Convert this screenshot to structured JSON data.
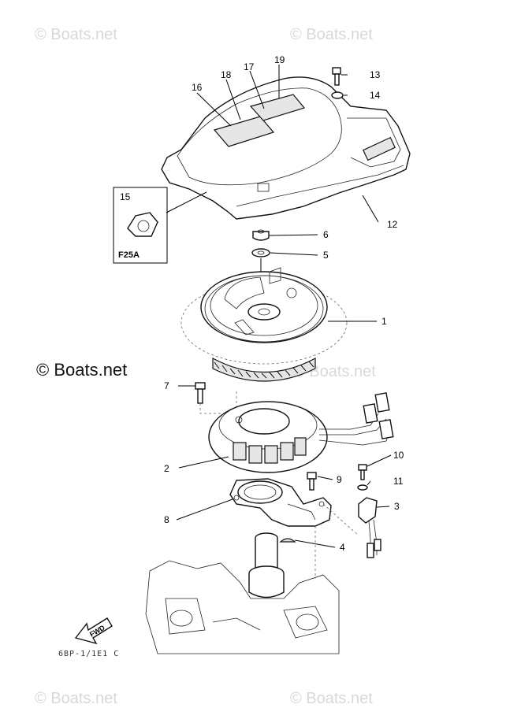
{
  "watermarks": {
    "top_left": "© Boats.net",
    "top_right": "© Boats.net",
    "bottom_left": "© Boats.net",
    "bottom_right": "© Boats.net",
    "mid_right": "© Boats.net"
  },
  "brand_watermark": "© Boats.net",
  "inset_label": "F25A",
  "fwd_label": "FWD",
  "part_code": "6BP-1/1E1 C",
  "callouts": {
    "c1": "1",
    "c2": "2",
    "c3": "3",
    "c4": "4",
    "c5": "5",
    "c6": "6",
    "c7": "7",
    "c8": "8",
    "c9": "9",
    "c10": "10",
    "c11": "11",
    "c12": "12",
    "c13": "13",
    "c14": "14",
    "c15": "15",
    "c16": "16",
    "c17": "17",
    "c18": "18",
    "c19": "19"
  }
}
